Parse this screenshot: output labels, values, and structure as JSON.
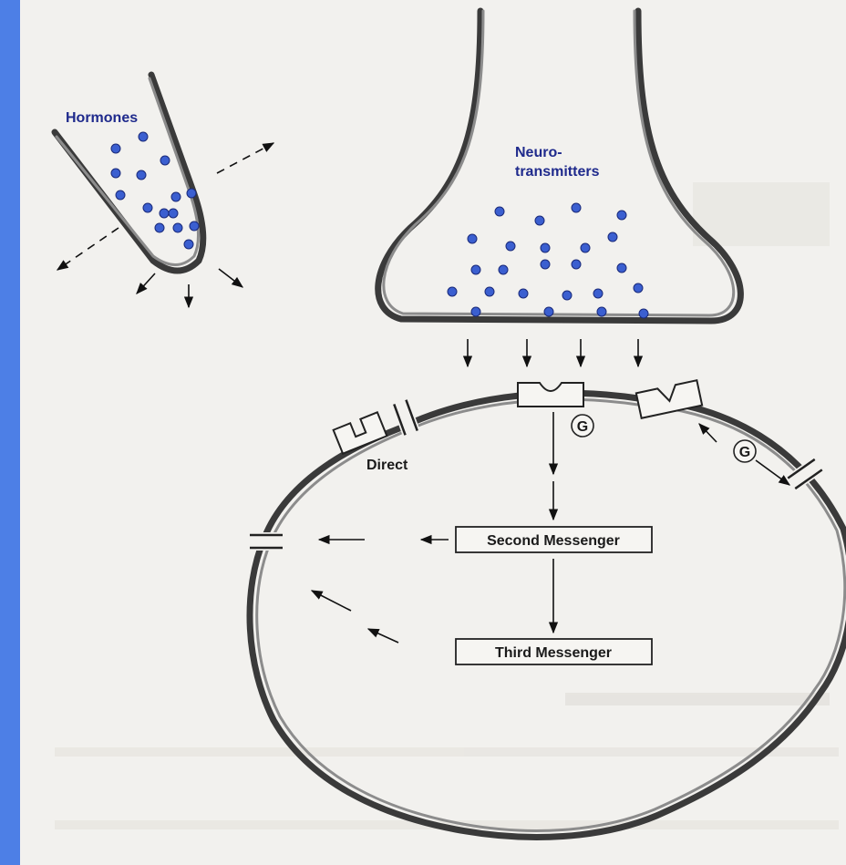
{
  "labels": {
    "hormones": "Hormones",
    "neuro_line1": "Neuro-",
    "neuro_line2": "transmitters",
    "direct": "Direct",
    "g_protein": "G",
    "second_messenger": "Second Messenger",
    "third_messenger": "Third Messenger"
  },
  "colors": {
    "background_border": "#4d7fe6",
    "page": "#f2f1ee",
    "vesicle_fill": "#3b5fd0",
    "label_blue": "#1f2a8c",
    "membrane": "#3a3a3a"
  },
  "icons": {
    "vesicle": "dot-circle",
    "receptor": "notched-block",
    "ion_channel": "double-bar-channel",
    "g_protein": "circled-letter"
  }
}
